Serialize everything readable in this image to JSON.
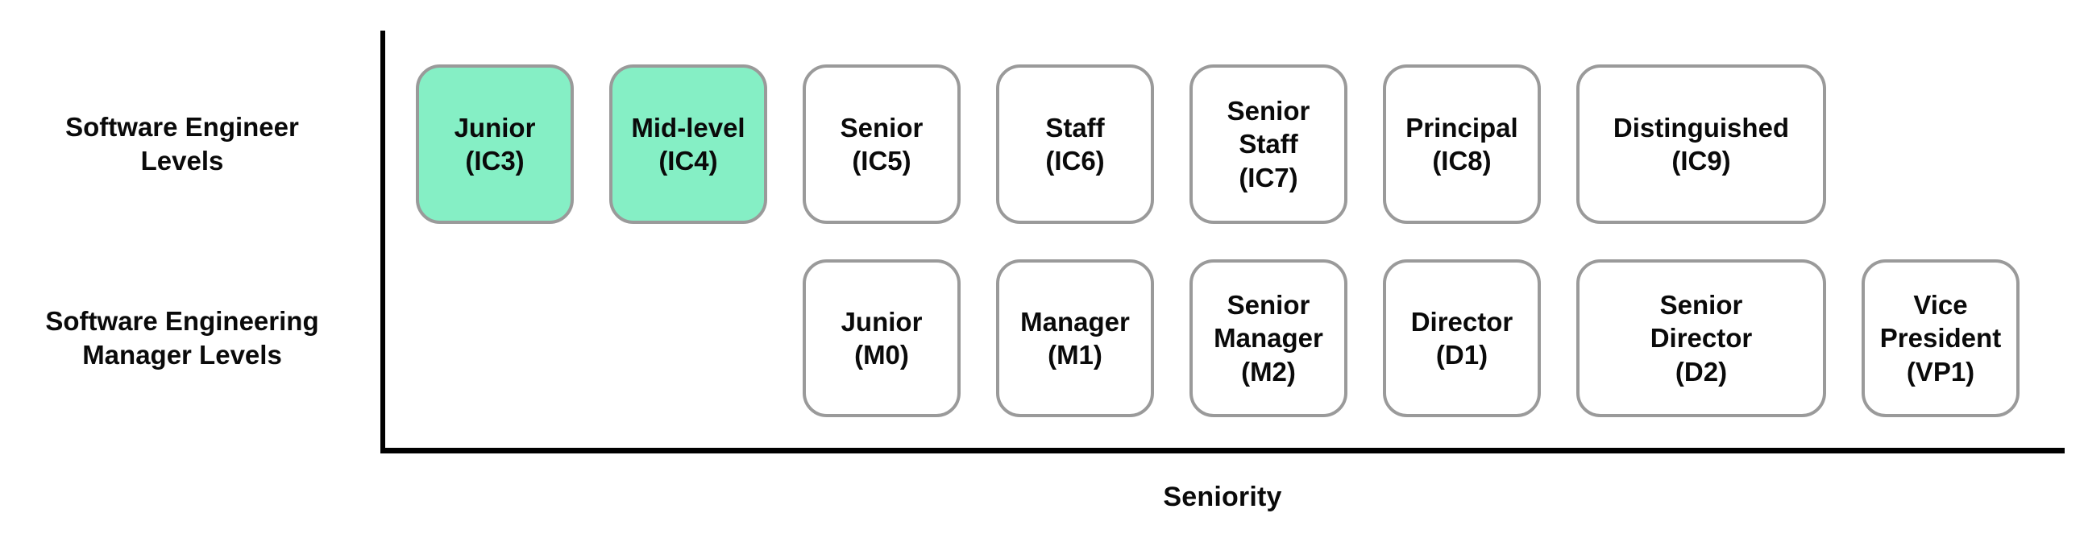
{
  "rows": {
    "engineer": {
      "label": "Software Engineer\nLevels",
      "boxes": [
        {
          "label": "Junior\n(IC3)",
          "highlighted": true
        },
        {
          "label": "Mid-level\n(IC4)",
          "highlighted": true
        },
        {
          "label": "Senior\n(IC5)",
          "highlighted": false
        },
        {
          "label": "Staff\n(IC6)",
          "highlighted": false
        },
        {
          "label": "Senior\nStaff\n(IC7)",
          "highlighted": false
        },
        {
          "label": "Principal\n(IC8)",
          "highlighted": false
        },
        {
          "label": "Distinguished\n(IC9)",
          "highlighted": false
        }
      ]
    },
    "manager": {
      "label": "Software Engineering\nManager Levels",
      "boxes": [
        {
          "label": "Junior\n(M0)",
          "highlighted": false
        },
        {
          "label": "Manager\n(M1)",
          "highlighted": false
        },
        {
          "label": "Senior\nManager\n(M2)",
          "highlighted": false
        },
        {
          "label": "Director\n(D1)",
          "highlighted": false
        },
        {
          "label": "Senior\nDirector\n(D2)",
          "highlighted": false
        },
        {
          "label": "Vice\nPresident\n(VP1)",
          "highlighted": false
        }
      ]
    }
  },
  "axis": {
    "label": "Seniority"
  },
  "colors": {
    "highlight_fill": "#85efc5",
    "box_border": "#9a9a9a",
    "axis_line": "#000000",
    "text": "#0a0a0a",
    "background": "#ffffff"
  }
}
